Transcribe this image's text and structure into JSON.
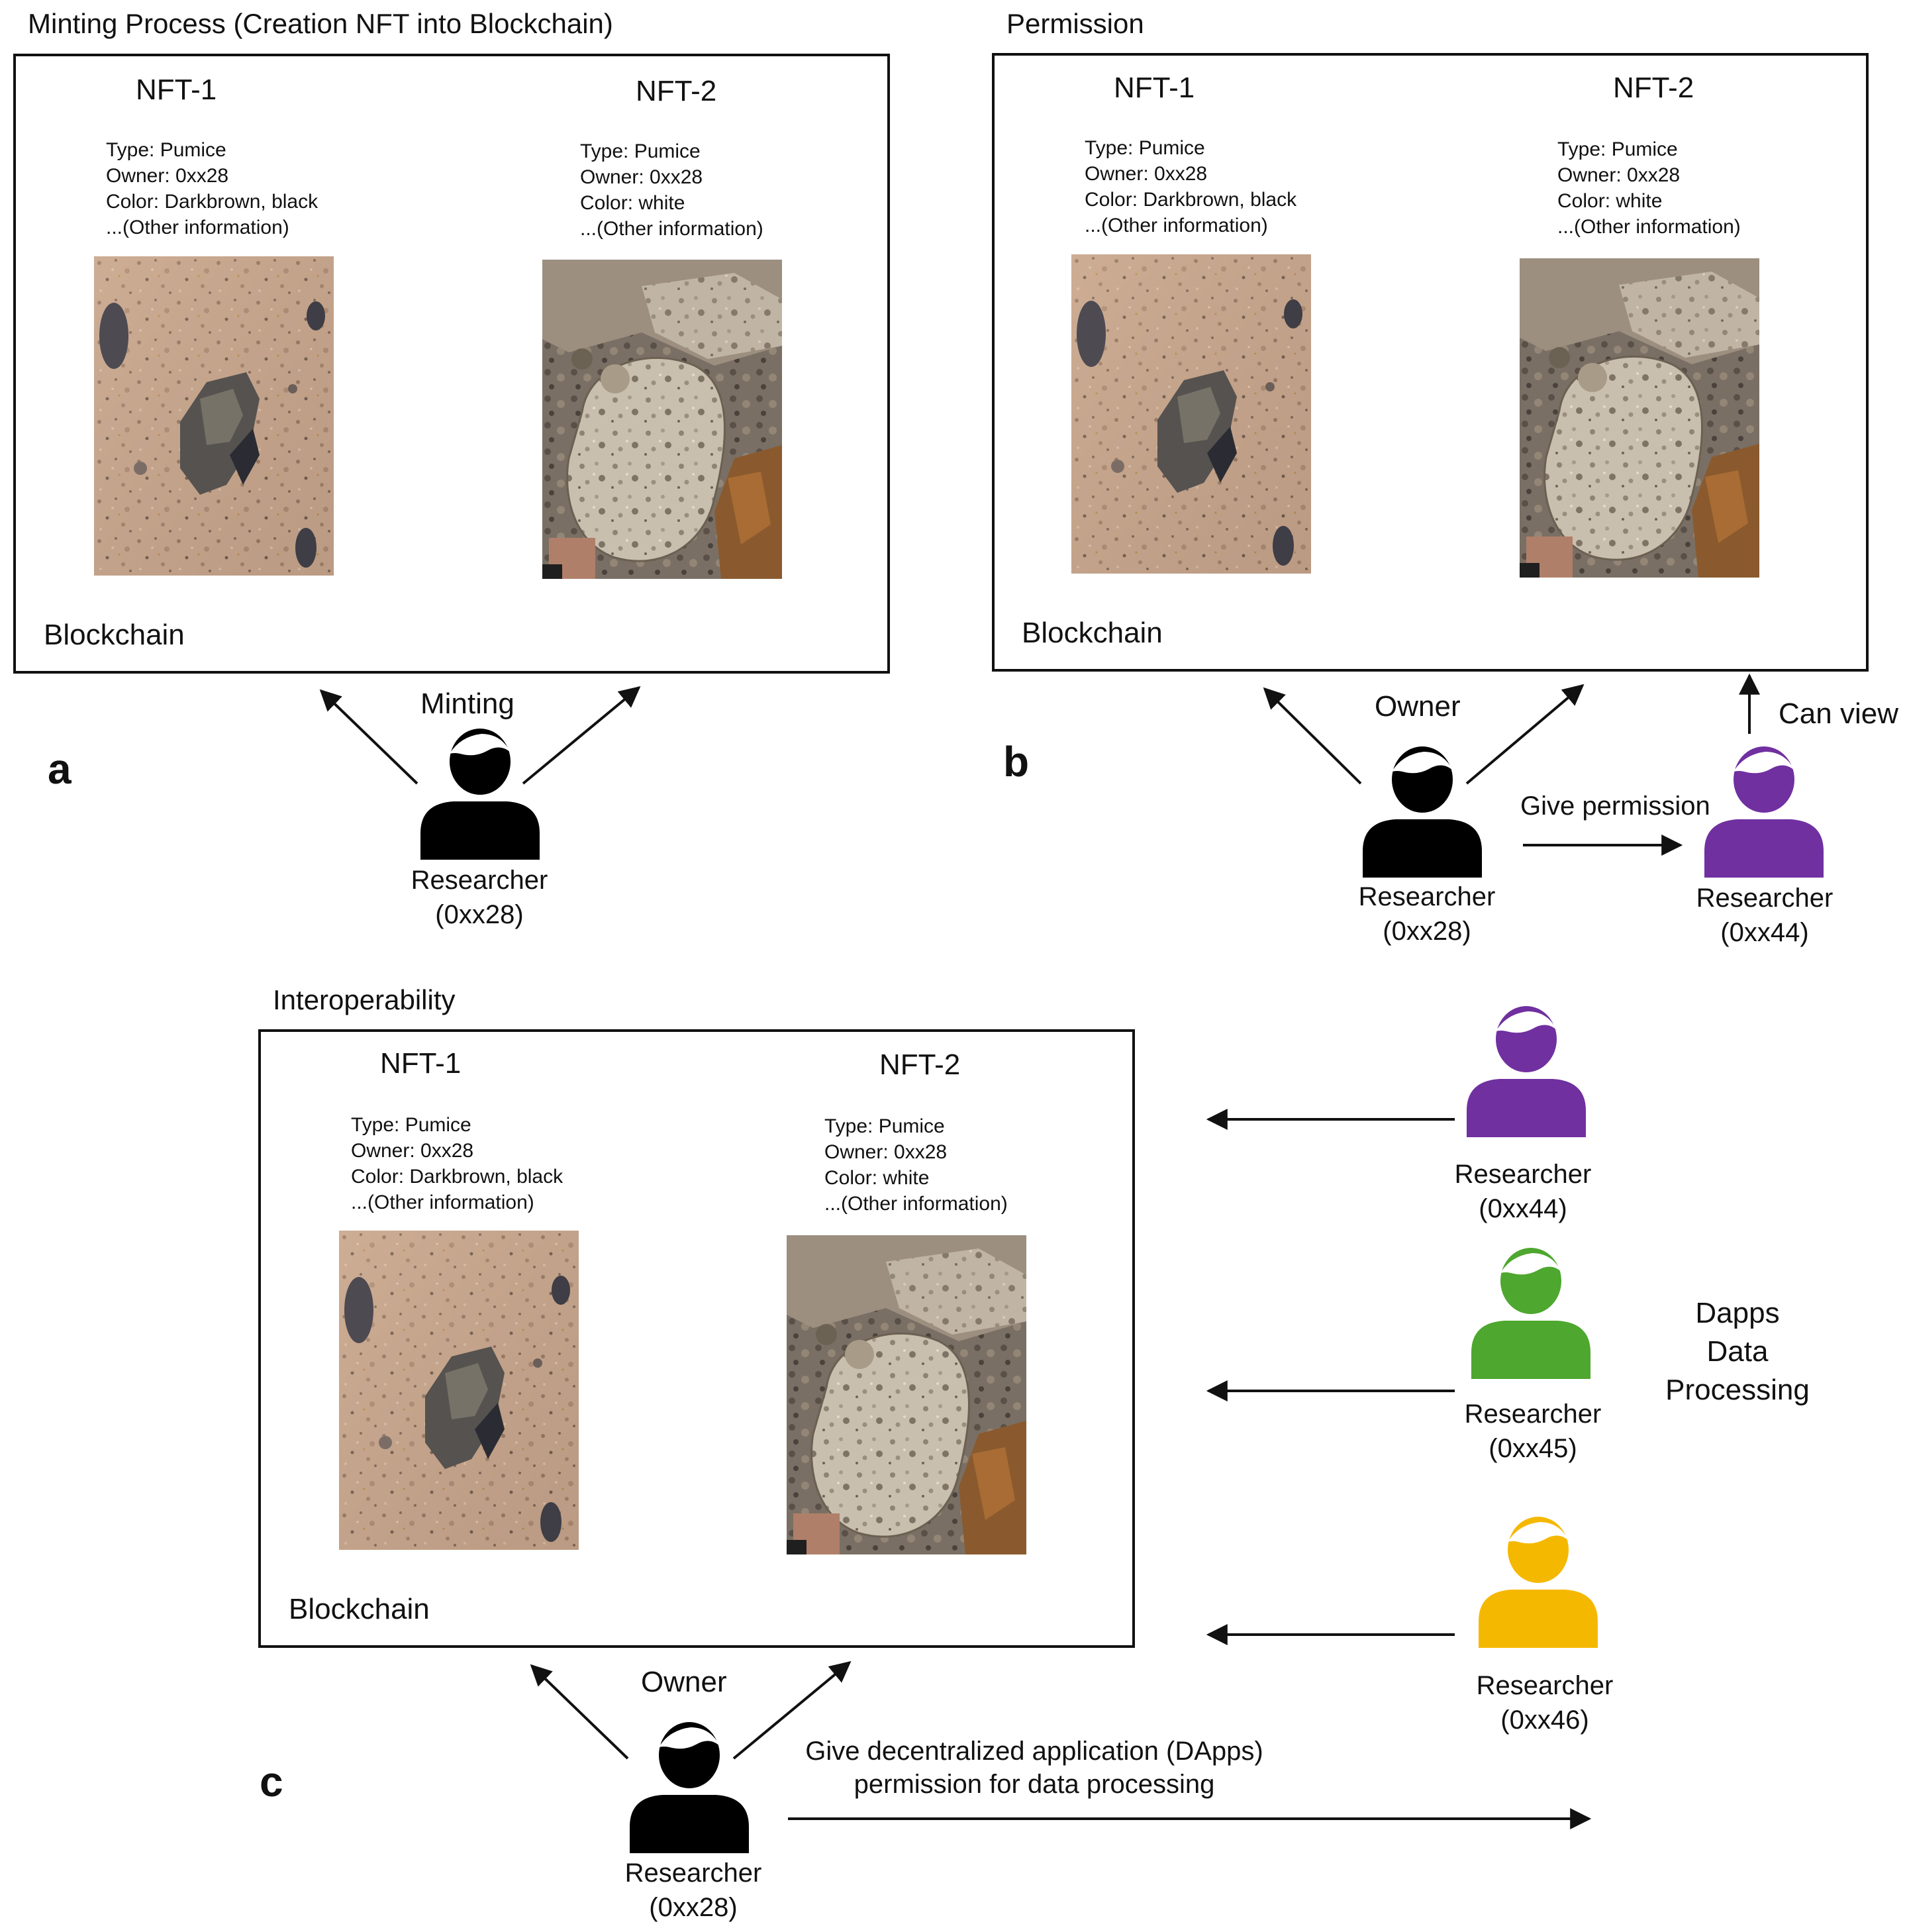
{
  "panel_a": {
    "letter": "a",
    "heading": "Minting Process (Creation NFT into Blockchain)",
    "container_label": "Blockchain",
    "action_label": "Minting",
    "actor": {
      "role": "Researcher",
      "address": "(0xx28)",
      "color": "#000000"
    }
  },
  "panel_b": {
    "letter": "b",
    "heading": "Permission",
    "container_label": "Blockchain",
    "action_label": "Owner",
    "owner": {
      "role": "Researcher",
      "address": "(0xx28)",
      "color": "#000000"
    },
    "grantee": {
      "role": "Researcher",
      "address": "(0xx44)",
      "color": "#7030a0"
    },
    "permission_label": "Give permission",
    "view_label": "Can view"
  },
  "panel_c": {
    "letter": "c",
    "heading": "Interoperability",
    "container_label": "Blockchain",
    "action_label": "Owner",
    "owner": {
      "role": "Researcher",
      "address": "(0xx28)",
      "color": "#000000"
    },
    "dapp_label_line1": "Give decentralized application (DApps)",
    "dapp_label_line2": "permission for data processing",
    "dapps_line1": "Dapps",
    "dapps_line2": "Data",
    "dapps_line3": "Processing",
    "researchers": [
      {
        "role": "Researcher",
        "address": "(0xx44)",
        "color": "#7030a0"
      },
      {
        "role": "Researcher",
        "address": "(0xx45)",
        "color": "#4ea72e"
      },
      {
        "role": "Researcher",
        "address": "(0xx46)",
        "color": "#f5b800"
      }
    ]
  },
  "nfts": [
    {
      "title": "NFT-1",
      "type": "Type: Pumice",
      "owner": "Owner: 0xx28",
      "color": "Color: Darkbrown, black",
      "other": "...(Other information)",
      "photo_icon": "pumice-rock-photo-darkbrown"
    },
    {
      "title": "NFT-2",
      "type": "Type: Pumice",
      "owner": "Owner: 0xx28",
      "color": "Color: white",
      "other": "...(Other information)",
      "photo_icon": "pumice-rock-photo-white"
    }
  ]
}
